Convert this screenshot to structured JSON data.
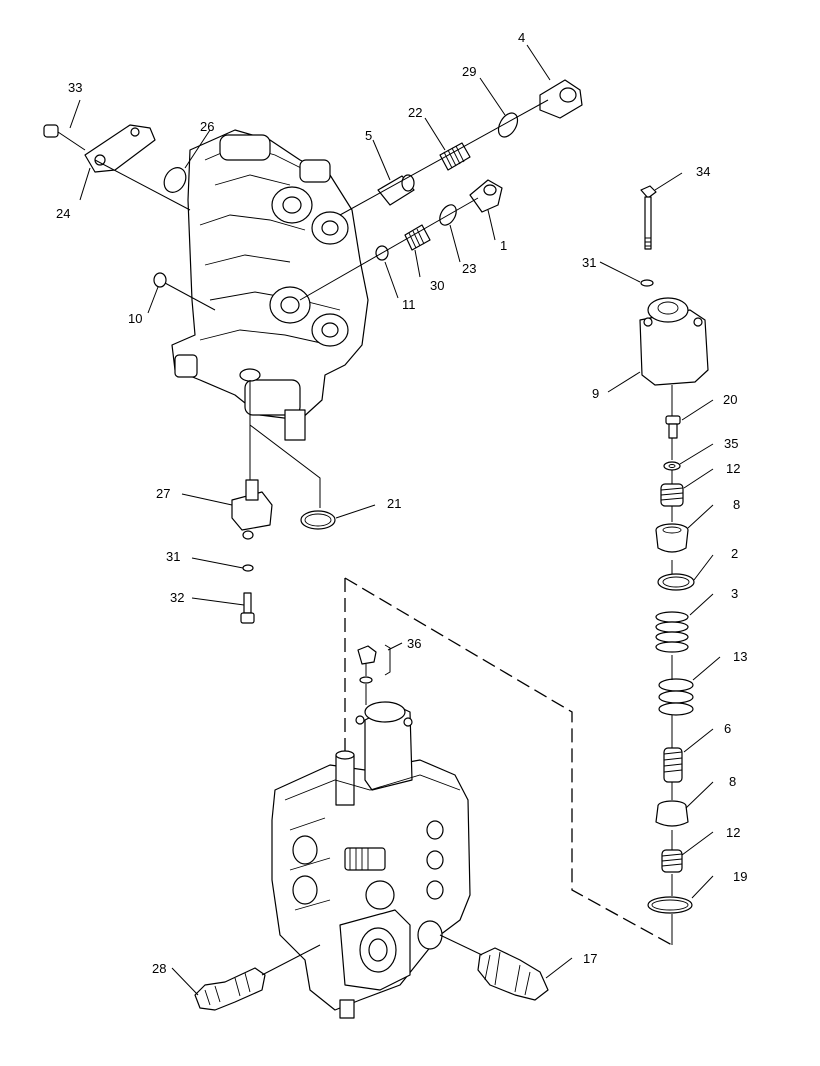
{
  "callouts": {
    "c1": "1",
    "c2": "2",
    "c3": "3",
    "c4": "4",
    "c5": "5",
    "c6": "6",
    "c8a": "8",
    "c8b": "8",
    "c9": "9",
    "c10": "10",
    "c11": "11",
    "c12a": "12",
    "c12b": "12",
    "c13": "13",
    "c17": "17",
    "c19": "19",
    "c20": "20",
    "c21": "21",
    "c22": "22",
    "c23": "23",
    "c24": "24",
    "c26": "26",
    "c27": "27",
    "c28": "28",
    "c29": "29",
    "c30": "30",
    "c31a": "31",
    "c31b": "31",
    "c32": "32",
    "c33": "33",
    "c34": "34",
    "c35": "35",
    "c36": "36"
  }
}
